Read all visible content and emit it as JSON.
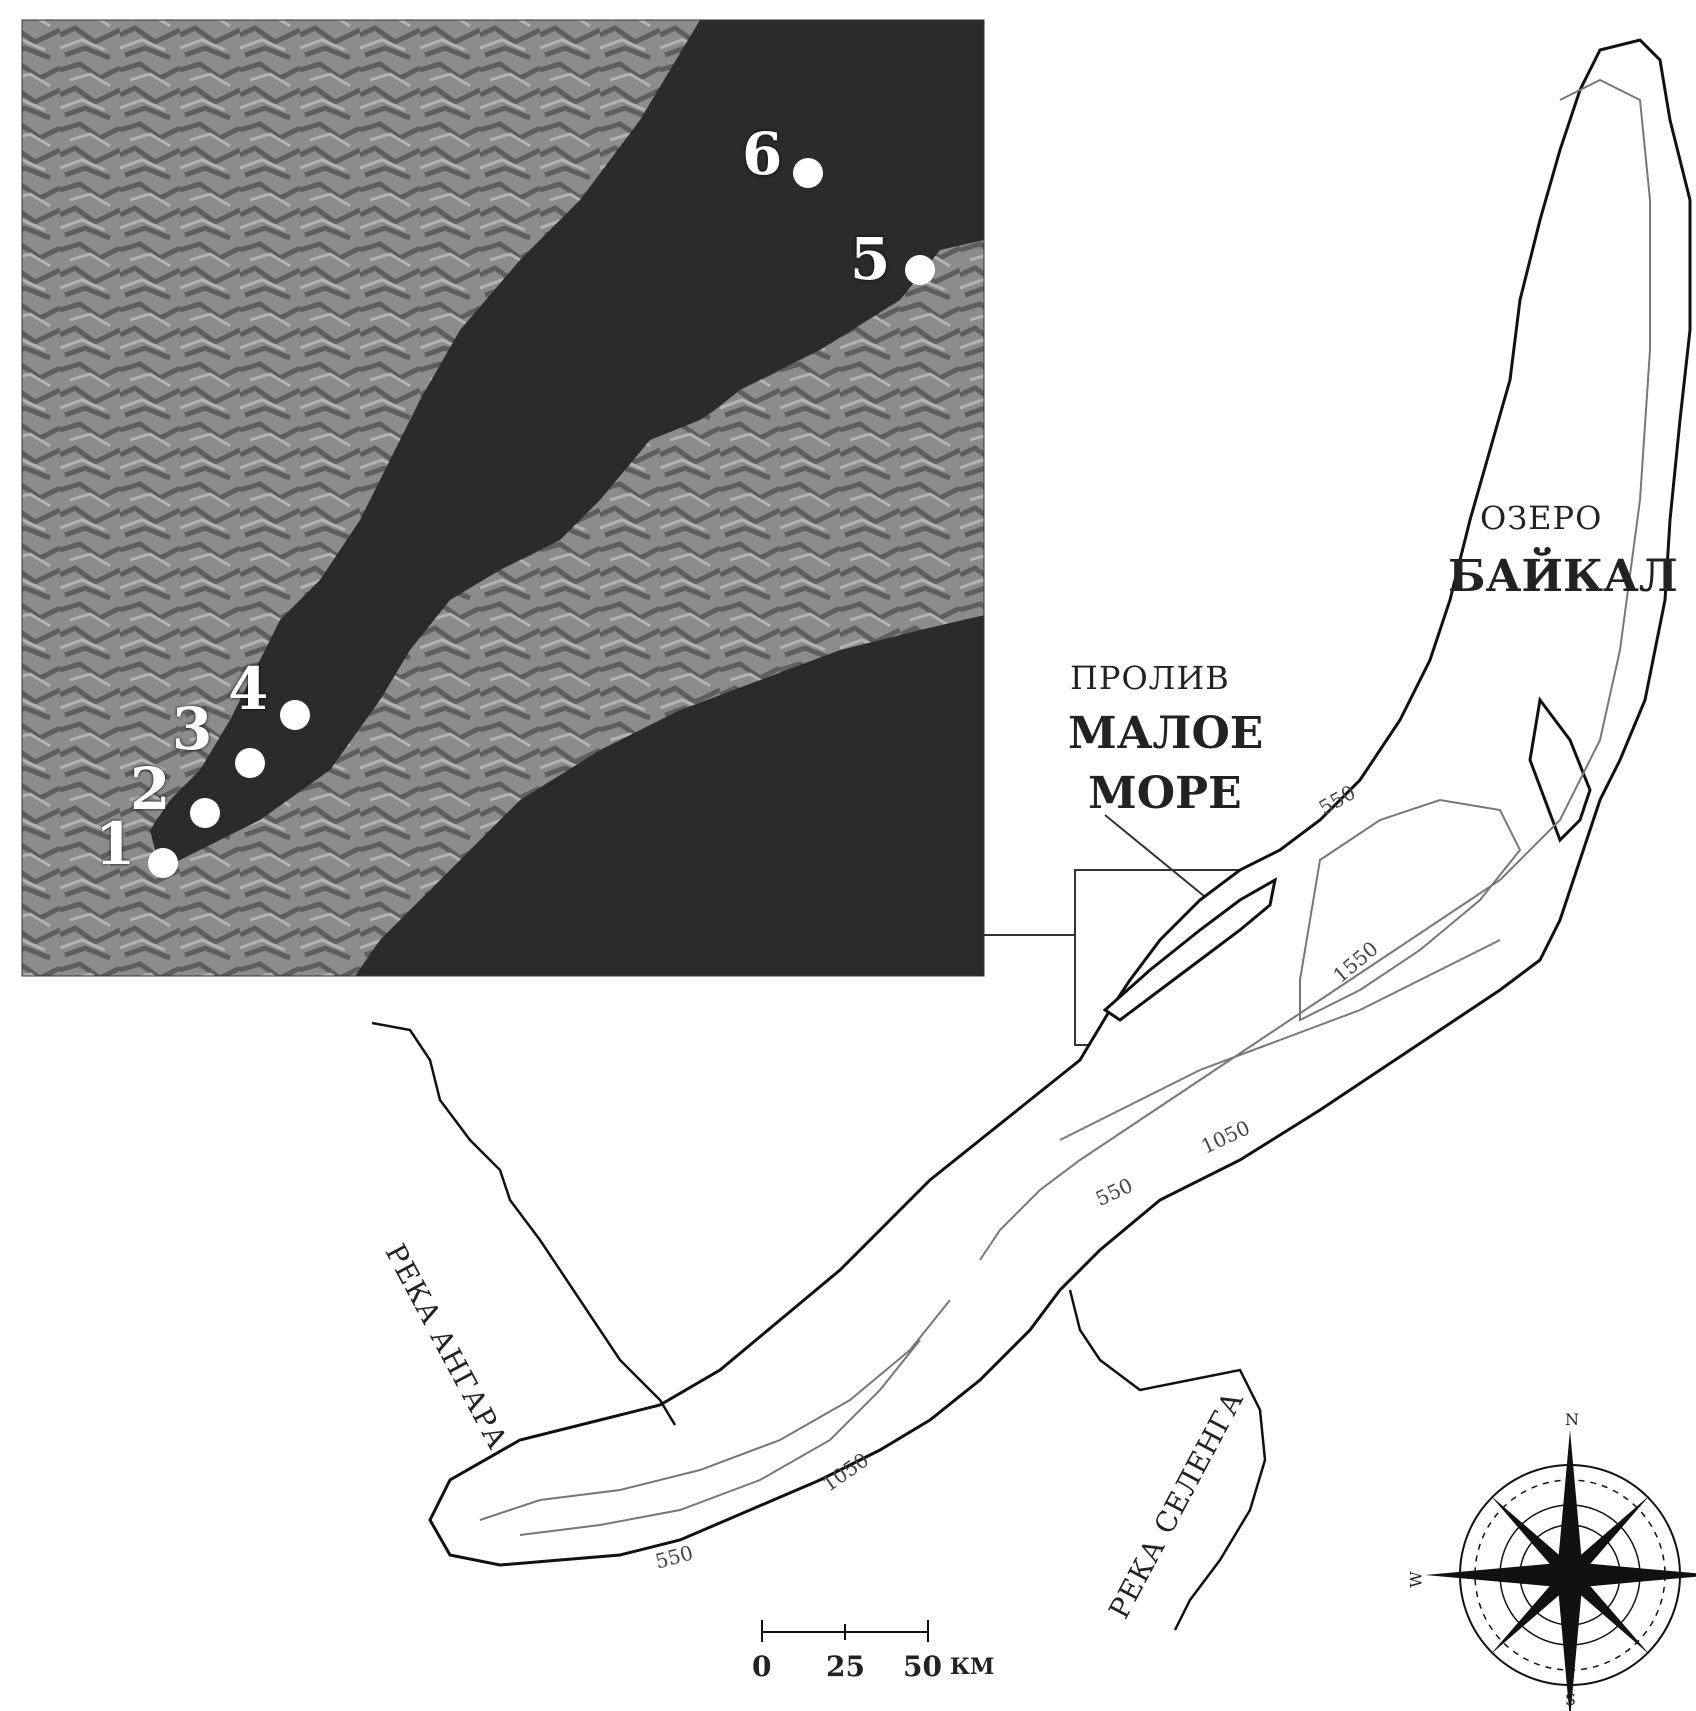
{
  "lake": {
    "line1": "ОЗЕРО",
    "line2": "БАЙКАЛ"
  },
  "strait": {
    "line1": "ПРОЛИВ",
    "line2": "МАЛОЕ",
    "line3": "МОРЕ"
  },
  "rivers": {
    "angara": "РЕКА АНГАРА",
    "selenga": "РЕКА СЕЛЕНГА"
  },
  "depth_contours": [
    "550",
    "1550",
    "1050",
    "550",
    "1050",
    "550"
  ],
  "sites": [
    "1",
    "2",
    "3",
    "4",
    "5",
    "6"
  ],
  "scale": {
    "ticks": [
      "0",
      "25",
      "50"
    ],
    "unit": "КМ"
  },
  "compass": {
    "north": "N",
    "west": "W",
    "south": "S"
  },
  "colors": {
    "water_satellite": "#2b2b2b",
    "land_satellite": "#8a8a8a",
    "outline": "#111111",
    "contour": "#777777"
  }
}
